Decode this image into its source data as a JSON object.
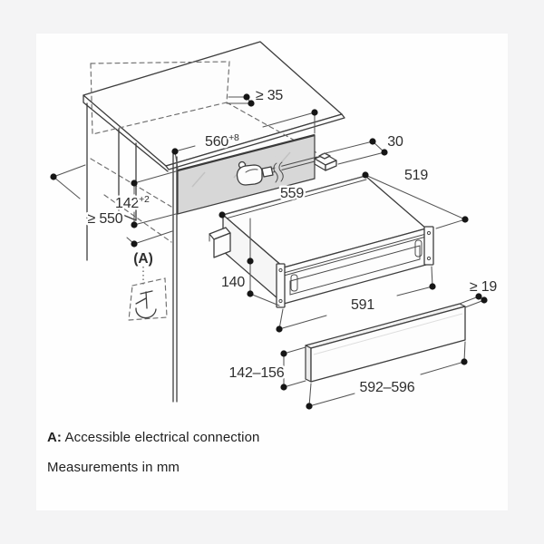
{
  "colors": {
    "page_bg": "#f4f4f5",
    "card_bg": "#fefefe",
    "line": "#3d3d3d",
    "dimension_line": "#555555",
    "dot": "#161616",
    "niche_fill": "#d7d7d7",
    "text": "#2e2e2e"
  },
  "dims": {
    "top_clearance": "≥ 35",
    "cutout_width_main": "560",
    "cutout_width_sup": "+8",
    "niche_height_main": "142",
    "niche_height_sup": "+2",
    "cabinet_depth": "≥ 550",
    "rear_clearance": "30",
    "appliance_depth": "519",
    "appliance_width": "559",
    "appliance_height": "140",
    "appliance_front_width": "591",
    "panel_thickness": "≥ 19",
    "panel_height": "142–156",
    "panel_width": "592–596"
  },
  "callout": {
    "label": "(A)"
  },
  "notes": {
    "a_prefix": "A:",
    "a_text": "Accessible electrical connection",
    "units": "Measurements in mm"
  }
}
